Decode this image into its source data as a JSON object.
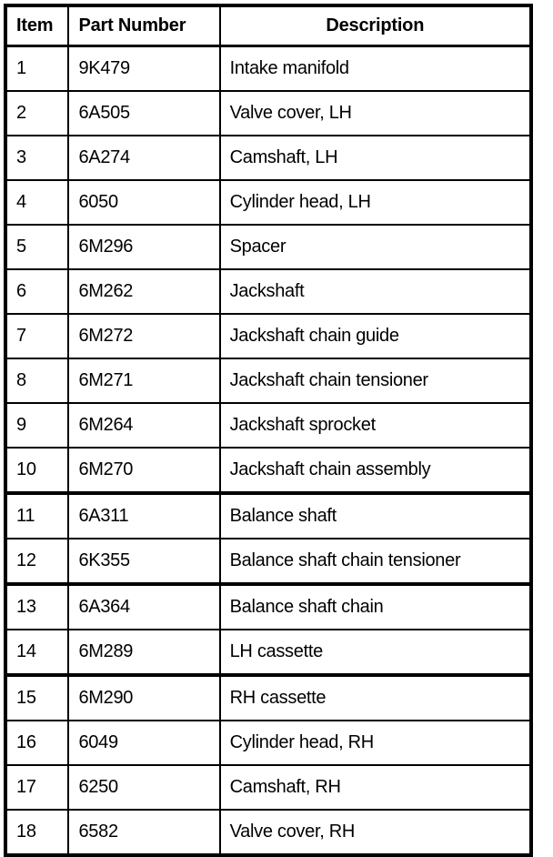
{
  "table": {
    "columns": [
      {
        "key": "item",
        "label": "Item",
        "align": "left"
      },
      {
        "key": "part_number",
        "label": "Part Number",
        "align": "left"
      },
      {
        "key": "description",
        "label": "Description",
        "align": "center"
      }
    ],
    "rows": [
      {
        "item": "1",
        "part_number": "9K479",
        "description": "Intake manifold",
        "section_break": false
      },
      {
        "item": "2",
        "part_number": "6A505",
        "description": "Valve cover, LH",
        "section_break": false
      },
      {
        "item": "3",
        "part_number": "6A274",
        "description": "Camshaft, LH",
        "section_break": false
      },
      {
        "item": "4",
        "part_number": "6050",
        "description": "Cylinder head, LH",
        "section_break": false
      },
      {
        "item": "5",
        "part_number": "6M296",
        "description": "Spacer",
        "section_break": false
      },
      {
        "item": "6",
        "part_number": "6M262",
        "description": "Jackshaft",
        "section_break": false
      },
      {
        "item": "7",
        "part_number": "6M272",
        "description": "Jackshaft chain guide",
        "section_break": false
      },
      {
        "item": "8",
        "part_number": "6M271",
        "description": "Jackshaft chain tensioner",
        "section_break": false
      },
      {
        "item": "9",
        "part_number": "6M264",
        "description": "Jackshaft sprocket",
        "section_break": false
      },
      {
        "item": "10",
        "part_number": "6M270",
        "description": "Jackshaft chain assembly",
        "section_break": false
      },
      {
        "item": "11",
        "part_number": "6A311",
        "description": "Balance shaft",
        "section_break": true
      },
      {
        "item": "12",
        "part_number": "6K355",
        "description": "Balance shaft chain tensioner",
        "section_break": false
      },
      {
        "item": "13",
        "part_number": "6A364",
        "description": "Balance shaft chain",
        "section_break": true
      },
      {
        "item": "14",
        "part_number": "6M289",
        "description": "LH cassette",
        "section_break": false
      },
      {
        "item": "15",
        "part_number": "6M290",
        "description": "RH cassette",
        "section_break": true
      },
      {
        "item": "16",
        "part_number": "6049",
        "description": "Cylinder head, RH",
        "section_break": false
      },
      {
        "item": "17",
        "part_number": "6250",
        "description": "Camshaft, RH",
        "section_break": false
      },
      {
        "item": "18",
        "part_number": "6582",
        "description": "Valve cover, RH",
        "section_break": false
      }
    ]
  },
  "colors": {
    "background": "#ffffff",
    "text": "#000000",
    "border": "#000000"
  }
}
